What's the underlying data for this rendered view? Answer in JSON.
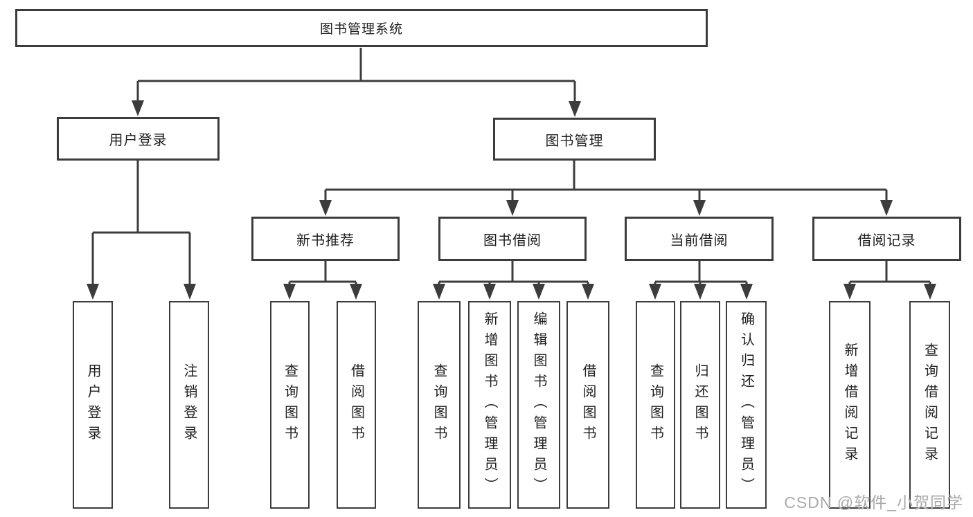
{
  "diagram": {
    "root": "图书管理系统",
    "level2": [
      "用户登录",
      "图书管理"
    ],
    "level3": [
      "新书推荐",
      "图书借阅",
      "当前借阅",
      "借阅记录"
    ],
    "leaves": {
      "user_login": [
        "用户登录",
        "注销登录"
      ],
      "new_book": [
        "查询图书",
        "借阅图书"
      ],
      "book_borrow": [
        "查询图书",
        "新增图书（管理员）",
        "编辑图书（管理员）",
        "借阅图书"
      ],
      "current_borrow": [
        "查询图书",
        "归还图书",
        "确认归还（管理员）"
      ],
      "borrow_records": [
        "新增借阅记录",
        "查询借阅记录"
      ]
    }
  },
  "watermark": {
    "text": "CSDN @软件_小贺同学"
  },
  "colors": {
    "line": "#3c3c3c",
    "text": "#1f1f1f",
    "watermark": "#a9a9a9",
    "background": "#ffffff"
  }
}
